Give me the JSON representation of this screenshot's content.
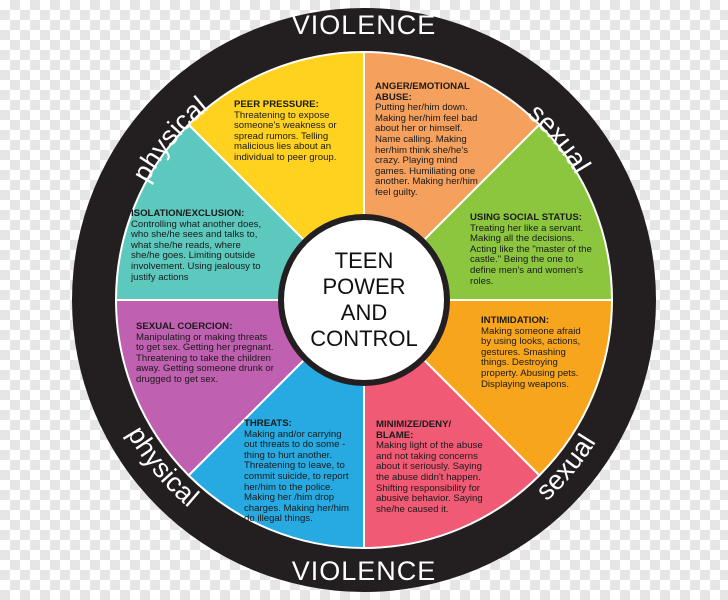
{
  "rim": {
    "top_violence": "VIOLENCE",
    "top_left": "physical",
    "top_right": "sexual",
    "bottom_violence": "VIOLENCE",
    "bottom_left": "physical",
    "bottom_right": "sexual"
  },
  "center": {
    "line1": "TEEN",
    "line2": "POWER",
    "line3": "AND",
    "line4": "CONTROL"
  },
  "segments": [
    {
      "id": "anger",
      "color": "#F5A05C",
      "title": "ANGER/EMOTIONAL ABUSE:",
      "body": "Putting her/him down. Making her/him feel bad about her or himself. Name calling. Making her/him think she/he's crazy. Playing mind games. Humiliating one another. Making her/him feel guilty."
    },
    {
      "id": "social",
      "color": "#8CC63F",
      "title": "USING SOCIAL STATUS:",
      "body": "Treating her like a servant. Making all the decisions. Acting like the \"master of the castle.\" Being the one to define men's and women's roles."
    },
    {
      "id": "intimidation",
      "color": "#F7A51C",
      "title": "INTIMIDATION:",
      "body": "Making someone afraid by using looks, actions, gestures. Smashing things. Destroying property. Abusing pets. Displaying weapons."
    },
    {
      "id": "minimize",
      "color": "#F05A74",
      "title": "MINIMIZE/DENY/ BLAME:",
      "body": "Making light of the abuse and not taking concerns about it seriously. Saying the abuse didn't happen. Shifting responsibility for abusive behavior. Saying she/he caused it."
    },
    {
      "id": "threats",
      "color": "#27AAE1",
      "title": "THREATS:",
      "body": "Making and/or carrying out threats to do some - thing to hurt another. Threatening to leave, to commit suicide, to report her/him to the police. Making her /him drop charges. Making her/him do illegal things."
    },
    {
      "id": "coercion",
      "color": "#C060B0",
      "title": "SEXUAL COERCION:",
      "body": "Manipulating or making threats to get sex. Getting her pregnant. Threatening to take the children away. Getting someone drunk or drugged to get sex."
    },
    {
      "id": "isolation",
      "color": "#5CC8BE",
      "title": "ISOLATION/EXCLUSION:",
      "body": "Controlling what another does, who she/he sees and talks to, what she/he reads, where she/he goes. Limiting outside involvement. Using jealousy to justify actions"
    },
    {
      "id": "peer",
      "color": "#FFD21F",
      "title": "PEER PRESSURE:",
      "body": "Threatening to expose someone's weakness or spread rumors. Telling malicious lies about an individual to peer group."
    }
  ],
  "colors": {
    "rim": "#231F20",
    "center": "#ffffff",
    "divider": "#ffffff"
  }
}
